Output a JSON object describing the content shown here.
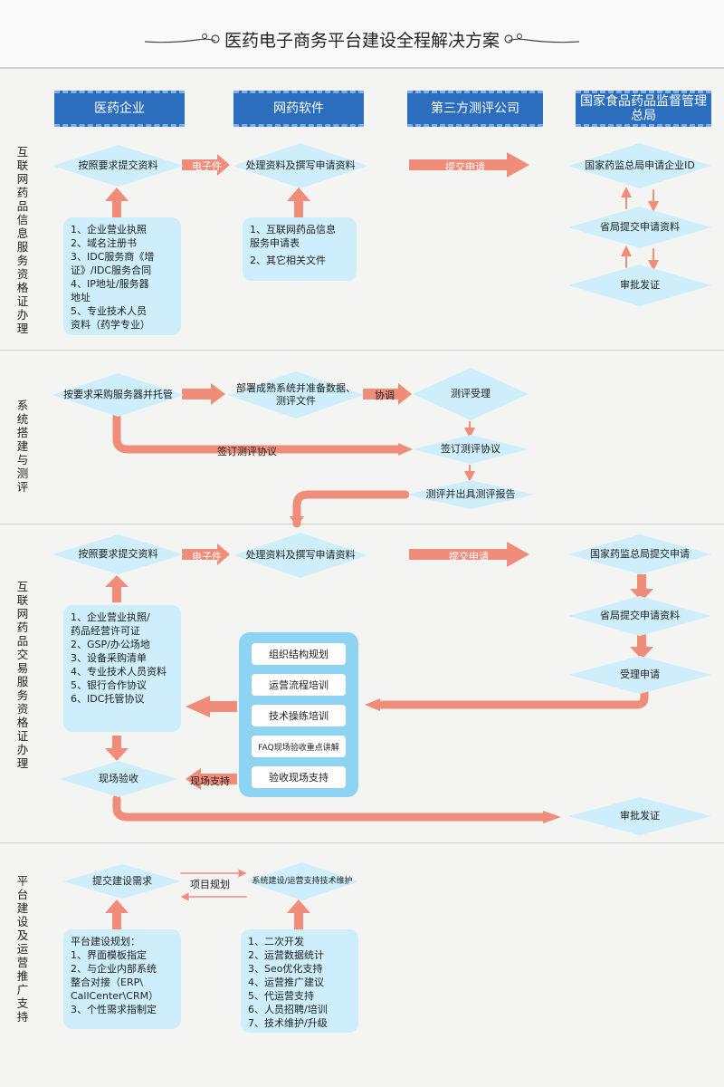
{
  "title": "医药电子商务平台建设全程解决方案",
  "colors": {
    "header": "#2b6ebd",
    "shape": "#cdeefa",
    "arrow": "#f08c7a",
    "panel": "#8fd3f3"
  },
  "headers": [
    "医药企业",
    "网药软件",
    "第三方测评公司",
    "国家食品药品监督管理总局"
  ],
  "sections": [
    "互联网药品信息服务资格证办理",
    "系统搭建与测评",
    "互联网药品交易服务资格证办理",
    "平台建设及运营推广支持"
  ],
  "s1": {
    "submit": "按照要求提交资料",
    "email": "电子件",
    "process": "处理资料及撰写申请资料",
    "apply": "提交申请",
    "enterprise_id": "国家药监总局申请企业ID",
    "provincial": "省局提交申请资料",
    "approve": "审批发证",
    "docs_left": [
      "1、企业营业执照",
      "2、域名注册书",
      "3、IDC服务商《增",
      "证》/IDC服务合同",
      "4、IP地址/服务器",
      "地址",
      "5、专业技术人员",
      "资料（药学专业）"
    ],
    "docs_mid": [
      "1、互联网药品信息",
      "服务申请表",
      "",
      "2、其它相关文件"
    ]
  },
  "s2": {
    "purchase": "按要求采购服务器并托管",
    "deploy": "部署成熟系统并准备数据、测评文件",
    "coordinate": "协调",
    "accept": "测评受理",
    "sign_label": "签订测评协议",
    "sign": "签订测评协议",
    "report": "测评并出具测评报告"
  },
  "s3": {
    "submit": "按照要求提交资料",
    "email": "电子件",
    "process": "处理资料及撰写申请资料",
    "apply": "提交申请",
    "national": "国家药监总局提交申请",
    "provincial": "省局提交申请资料",
    "accept": "受理申请",
    "approve": "审批发证",
    "onsite": "现场验收",
    "onsite_support": "现场支持",
    "docs": [
      "1、企业营业执照/",
      "药品经营许可证",
      "2、GSP/办公场地",
      "3、设备采购清单",
      "4、专业技术人员资料",
      "5、银行合作协议",
      "6、IDC托管协议"
    ],
    "support_items": [
      "组织结构规划",
      "运营流程培训",
      "技术操练培训",
      "FAQ现场验收重点讲解",
      "验收现场支持"
    ]
  },
  "s4": {
    "needs": "提交建设需求",
    "plan": "项目规划",
    "build": "系统建设/运营支持技术维护",
    "left": [
      "平台建设规划：",
      "1、界面模板指定",
      "2、与企业内部系统",
      "整合对接（ERP\\",
      "CallCenter\\CRM）",
      "3、个性需求指制定"
    ],
    "right": [
      "1、二次开发",
      "2、运营数据统计",
      "3、Seo优化支持",
      "4、运营推广建议",
      "5、代运营支持",
      "6、人员招聘/培训",
      "7、技术维护/升级"
    ]
  }
}
